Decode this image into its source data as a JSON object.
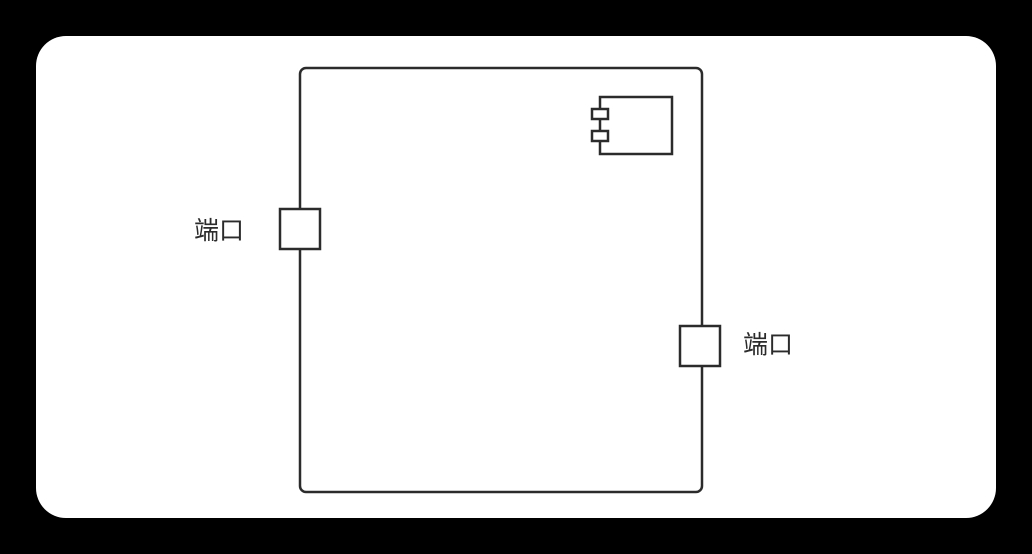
{
  "diagram": {
    "type": "uml-component",
    "stroke_color": "#2b2b2b",
    "ports": [
      {
        "label": "端口"
      },
      {
        "label": "端口"
      }
    ]
  }
}
